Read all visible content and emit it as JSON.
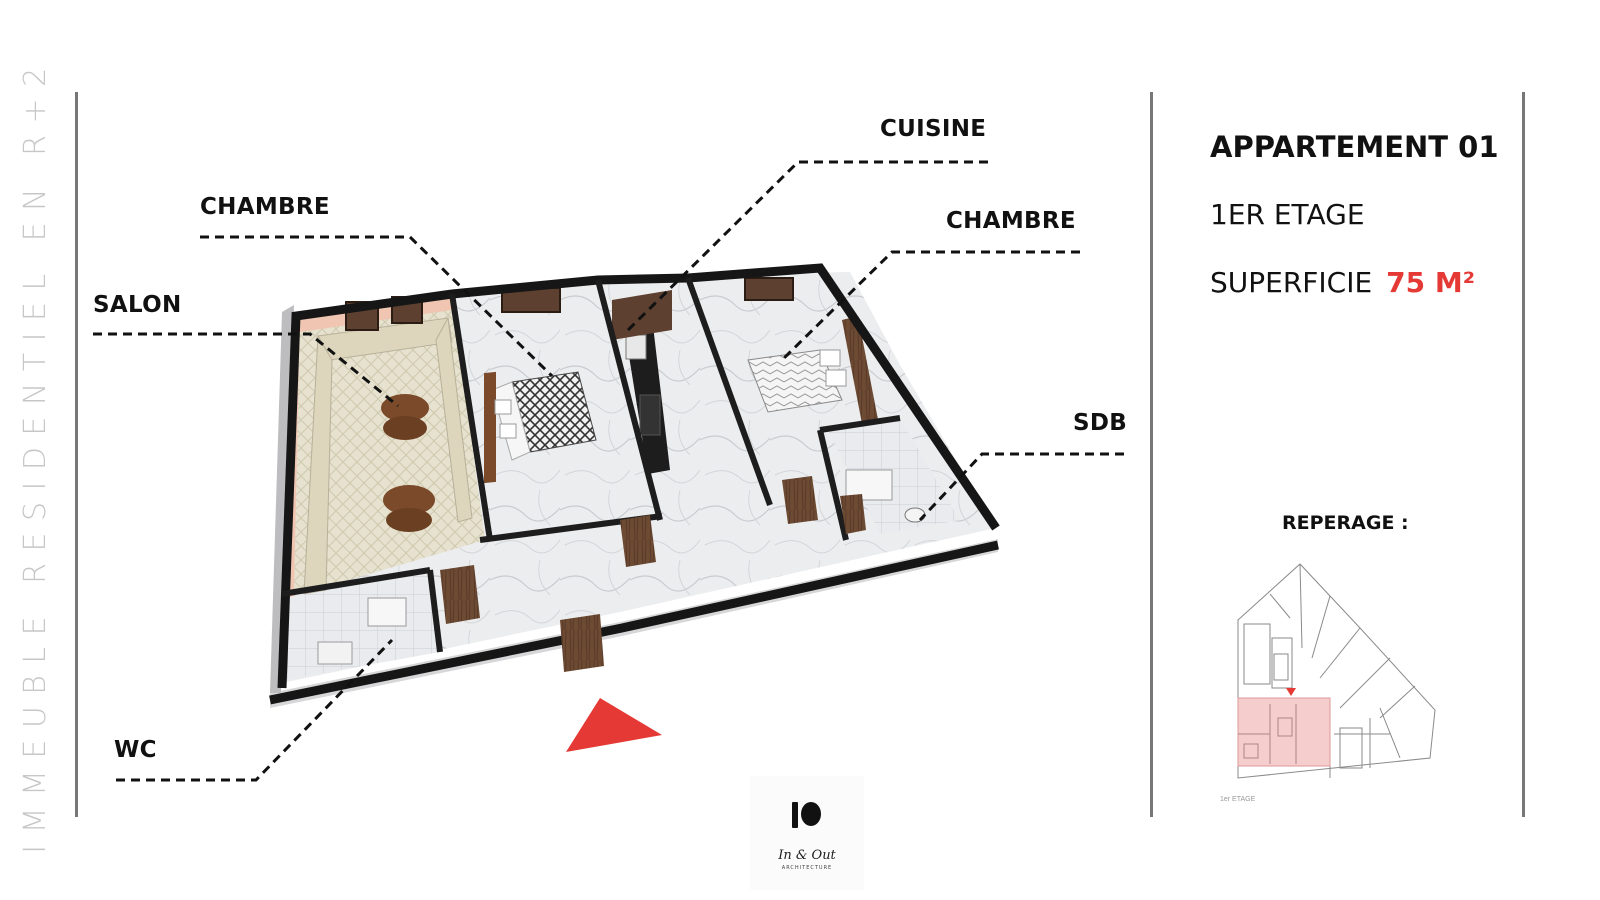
{
  "side_title": "IMMEUBLE RESIDENTIEL EN R+2",
  "rooms": {
    "cuisine": "CUISINE",
    "chambre_left": "CHAMBRE",
    "chambre_right": "CHAMBRE",
    "salon": "SALON",
    "sdb": "SDB",
    "wc": "WC"
  },
  "panel": {
    "title": "APPARTEMENT 01",
    "floor": "1ER ETAGE",
    "area_label": "SUPERFICIE",
    "area_value": "75 M²",
    "reperage": "REPERAGE :",
    "mini_plan_caption": "1er ETAGE"
  },
  "logo": {
    "text": "In & Out",
    "subtext": "ARCHITECTURE"
  },
  "colors": {
    "accent": "#e53935",
    "divider": "#777777",
    "highlight": "#f4c4c4"
  }
}
